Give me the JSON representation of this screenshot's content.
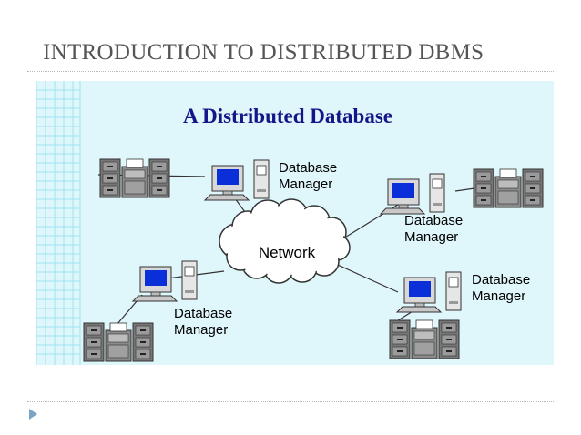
{
  "slide": {
    "title": "INTRODUCTION TO DISTRIBUTED DBMS"
  },
  "diagram": {
    "title": "A Distributed Database",
    "network_label": "Network",
    "site_label_line1": "Database",
    "site_label_line2": "Manager",
    "colors": {
      "background": "#dff6fa",
      "grid": "#9ee4f0",
      "title": "#15158a",
      "screen": "#0a2fd8",
      "cabinet": "#707070"
    }
  }
}
